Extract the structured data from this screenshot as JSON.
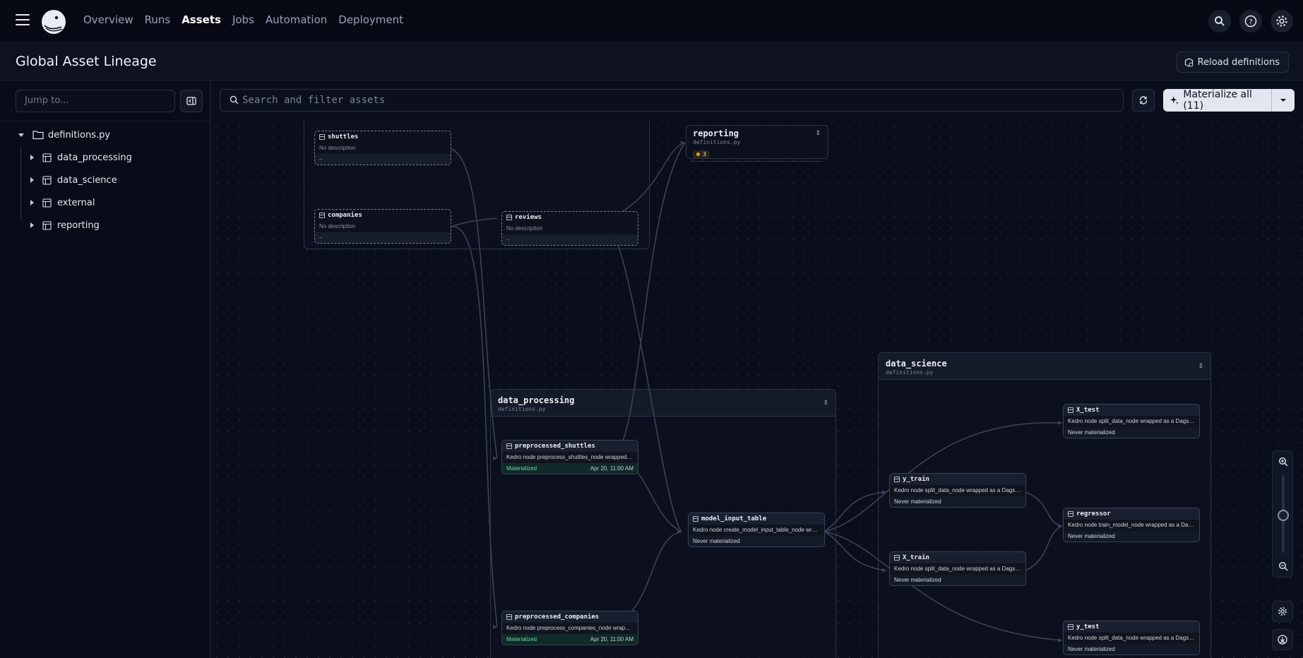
{
  "nav": {
    "items": [
      "Overview",
      "Runs",
      "Assets",
      "Jobs",
      "Automation",
      "Deployment"
    ],
    "active": "Assets"
  },
  "page": {
    "title": "Global Asset Lineage",
    "reload_label": "Reload definitions"
  },
  "sidebar": {
    "jump_placeholder": "Jump to...",
    "root": "definitions.py",
    "groups": [
      "data_processing",
      "data_science",
      "external",
      "reporting"
    ]
  },
  "toolbar": {
    "search_placeholder": "Search and filter assets",
    "materialize_label": "Materialize all (11)"
  },
  "graph": {
    "groups": {
      "reporting": {
        "title": "reporting",
        "file": "definitions.py",
        "badge": "3"
      },
      "data_processing": {
        "title": "data_processing",
        "file": "definitions.py"
      },
      "data_science": {
        "title": "data_science",
        "file": "definitions.py"
      }
    },
    "nodes": {
      "shuttles": {
        "name": "shuttles",
        "desc": "No description",
        "status": "–"
      },
      "companies": {
        "name": "companies",
        "desc": "No description",
        "status": "–"
      },
      "reviews": {
        "name": "reviews",
        "desc": "No description",
        "status": "–"
      },
      "preprocessed_shuttles": {
        "name": "preprocessed_shuttles",
        "desc": "Kedro node preprocess_shuttles_node wrapped as a Dagster asset.",
        "status": "Materialized",
        "date": "Apr 20, 11:00 AM"
      },
      "preprocessed_companies": {
        "name": "preprocessed_companies",
        "desc": "Kedro node preprocess_companies_node wrapped as a Dagster asset.",
        "status": "Materialized",
        "date": "Apr 20, 11:00 AM"
      },
      "model_input_table": {
        "name": "model_input_table",
        "desc": "Kedro node create_model_input_table_node wrapped as a Dagster asset.",
        "status": "Never materialized"
      },
      "X_test": {
        "name": "X_test",
        "desc": "Kedro node split_data_node wrapped as a Dagster asset.",
        "status": "Never materialized"
      },
      "y_train": {
        "name": "y_train",
        "desc": "Kedro node split_data_node wrapped as a Dagster asset.",
        "status": "Never materialized"
      },
      "regressor": {
        "name": "regressor",
        "desc": "Kedro node train_model_node wrapped as a Dagster asset.",
        "status": "Never materialized"
      },
      "X_train": {
        "name": "X_train",
        "desc": "Kedro node split_data_node wrapped as a Dagster asset.",
        "status": "Never materialized"
      },
      "y_test": {
        "name": "y_test",
        "desc": "Kedro node split_data_node wrapped as a Dagster asset.",
        "status": "Never materialized"
      }
    }
  },
  "colors": {
    "accent_materialized": "#6fd3a8",
    "badge": "#e0a030",
    "edge": "#3b4257"
  }
}
